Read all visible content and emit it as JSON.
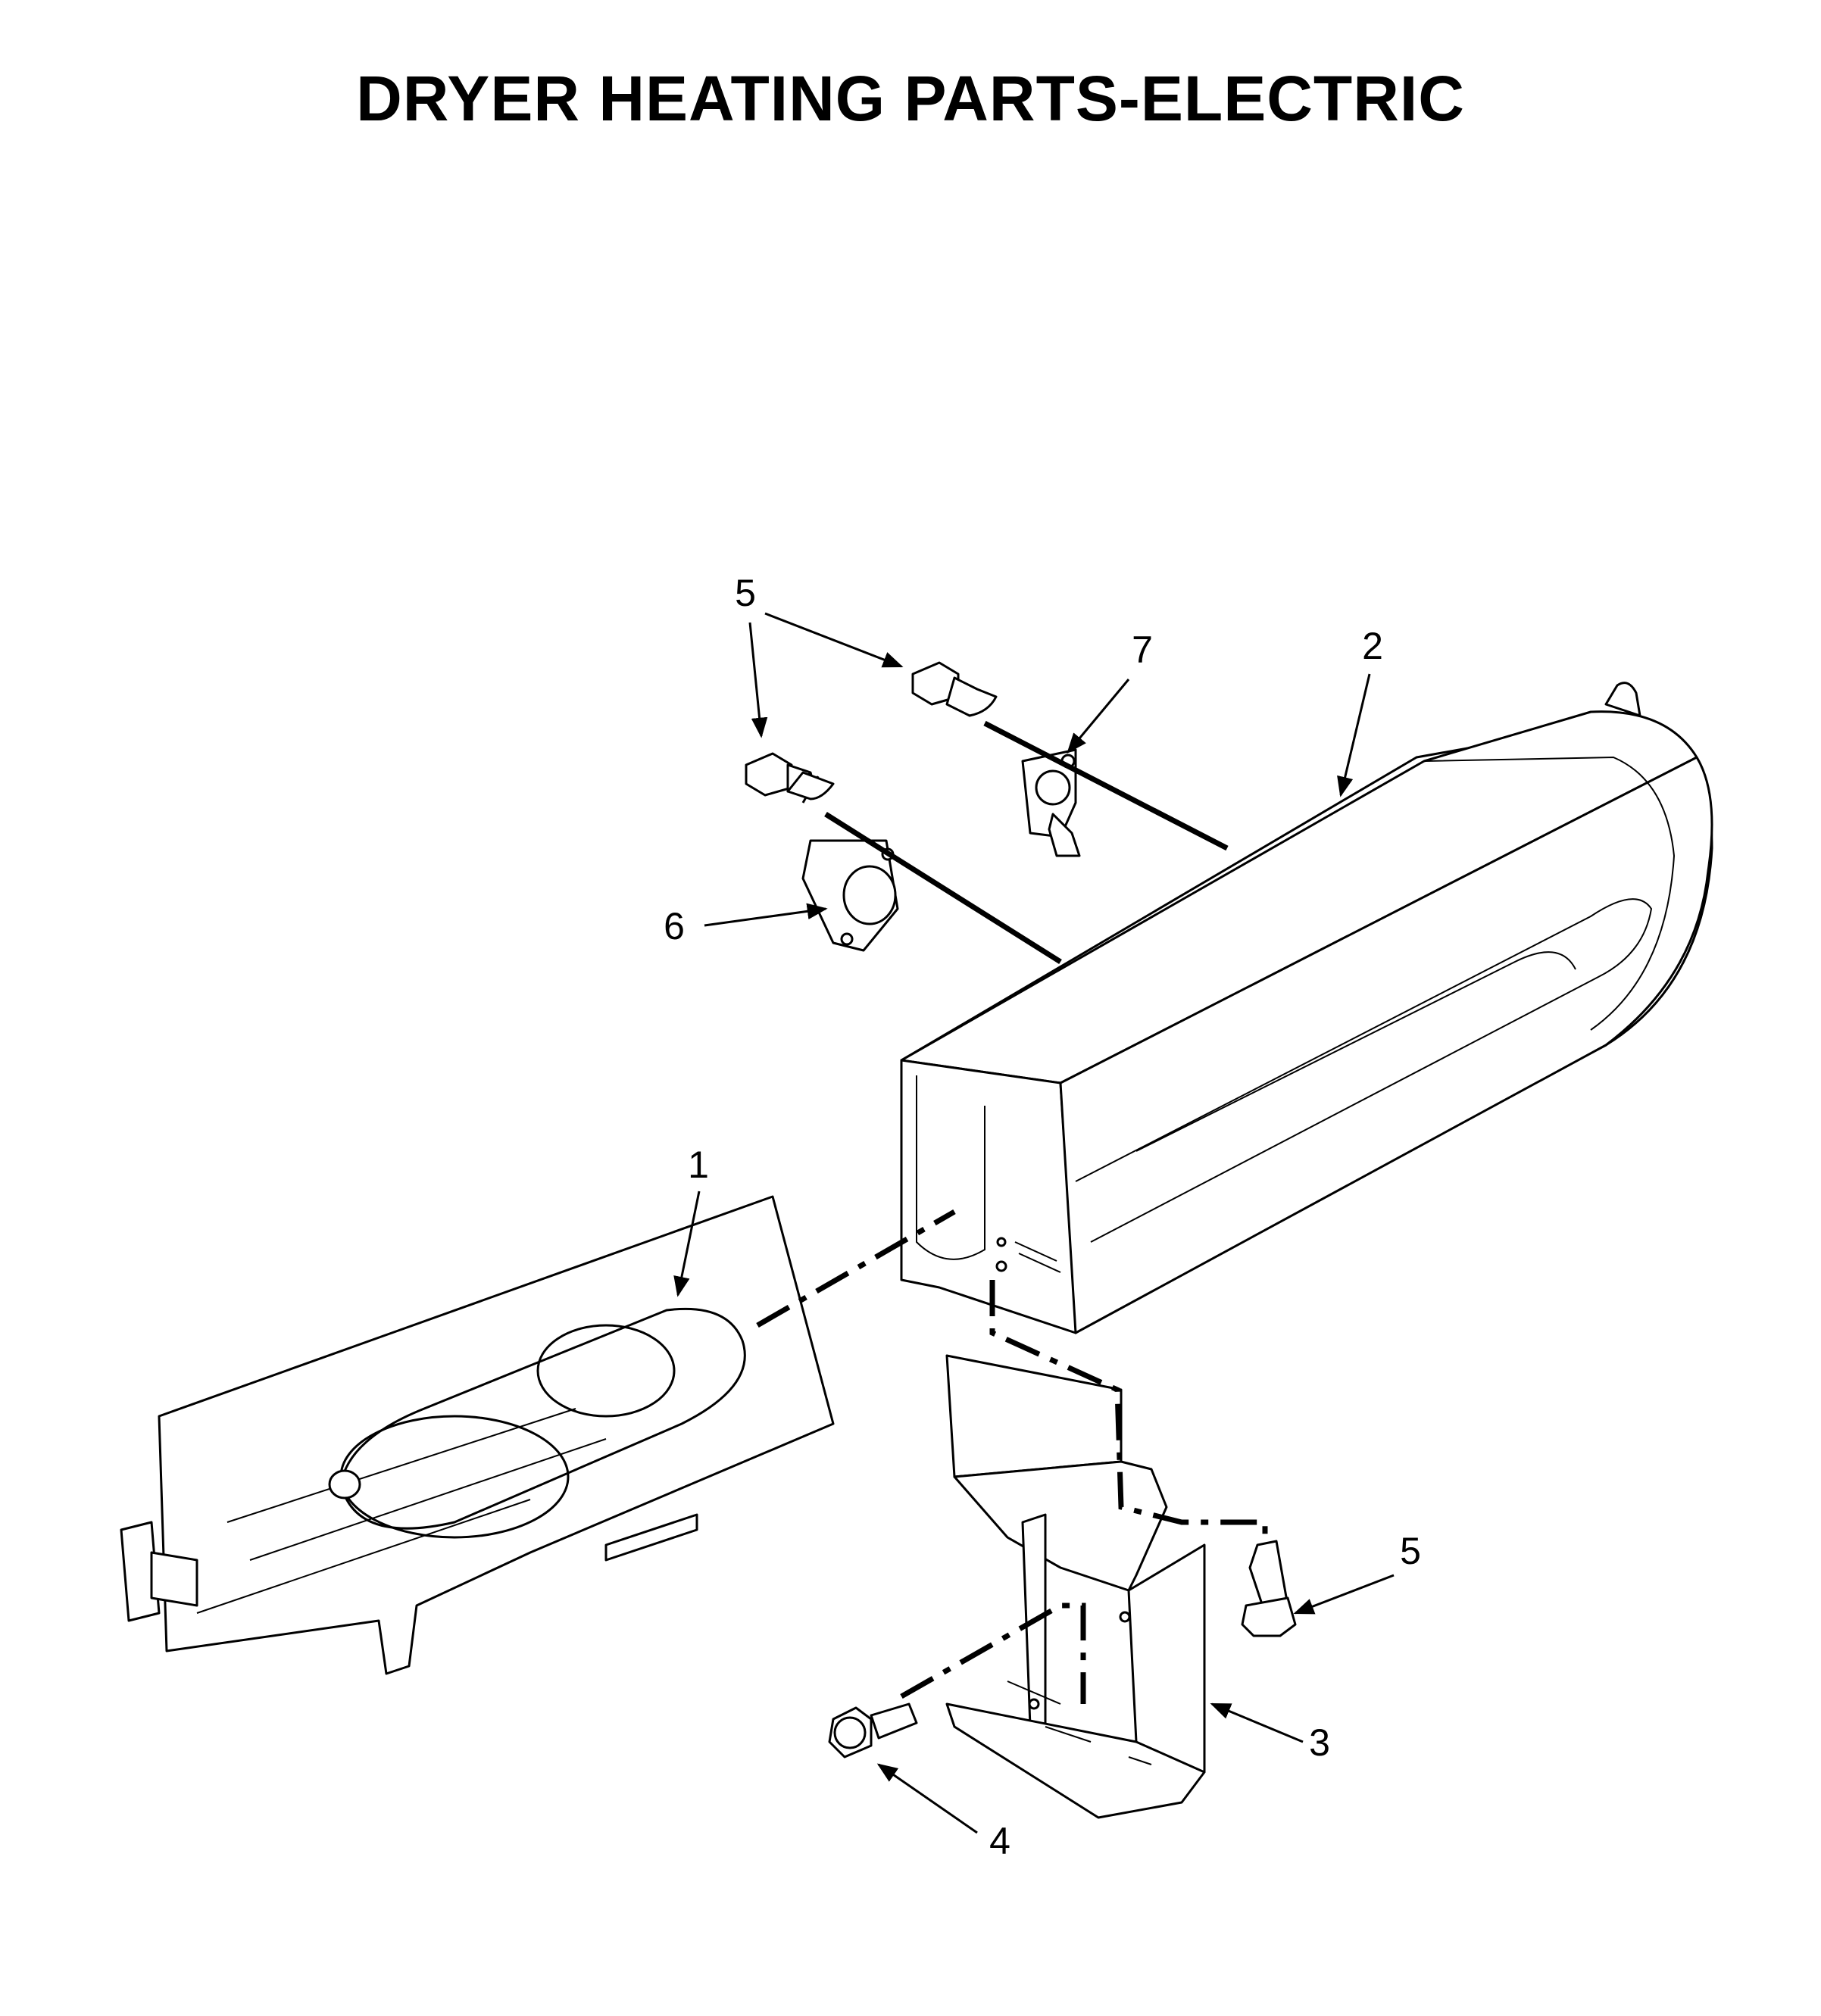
{
  "title": "DRYER HEATING PARTS-ELECTRIC",
  "callouts": [
    {
      "id": "c5a",
      "text": "5"
    },
    {
      "id": "c5b",
      "text": "5"
    },
    {
      "id": "c7",
      "text": "7"
    },
    {
      "id": "c2",
      "text": "2"
    },
    {
      "id": "c6",
      "text": "6"
    },
    {
      "id": "c1",
      "text": "1"
    },
    {
      "id": "c5c",
      "text": "5"
    },
    {
      "id": "c3",
      "text": "3"
    },
    {
      "id": "c4",
      "text": "4"
    }
  ]
}
